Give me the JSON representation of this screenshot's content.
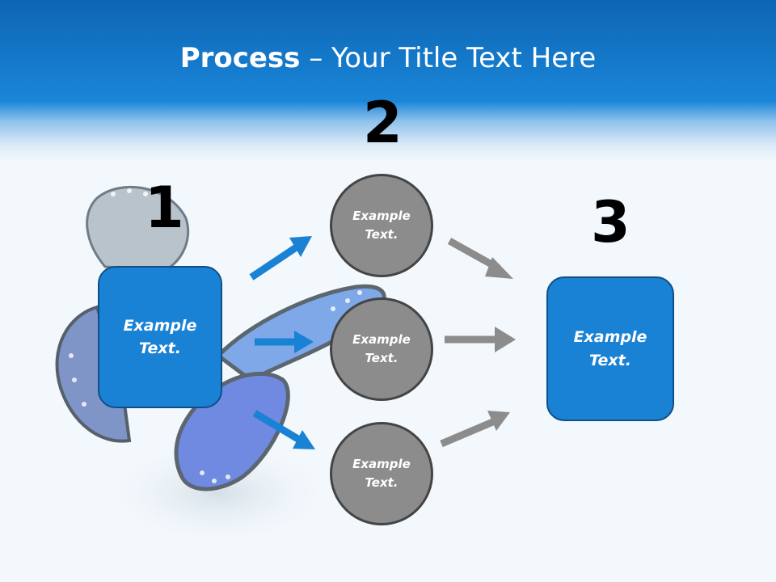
{
  "title": {
    "bold": "Process",
    "rest": " – Your Title Text Here"
  },
  "steps": [
    {
      "number": "1",
      "text": "Example\nText."
    },
    {
      "number": "2",
      "items": [
        {
          "text": "Example\nText."
        },
        {
          "text": "Example\nText."
        },
        {
          "text": "Example\nText."
        }
      ]
    },
    {
      "number": "3",
      "text": "Example\nText."
    }
  ],
  "colors": {
    "header": "#1a85d8",
    "box_fill": "#1a82d4",
    "circle_fill": "#8c8c8c",
    "blue_arrow": "#1a82d4",
    "gray_arrow": "#8c8c8c"
  }
}
